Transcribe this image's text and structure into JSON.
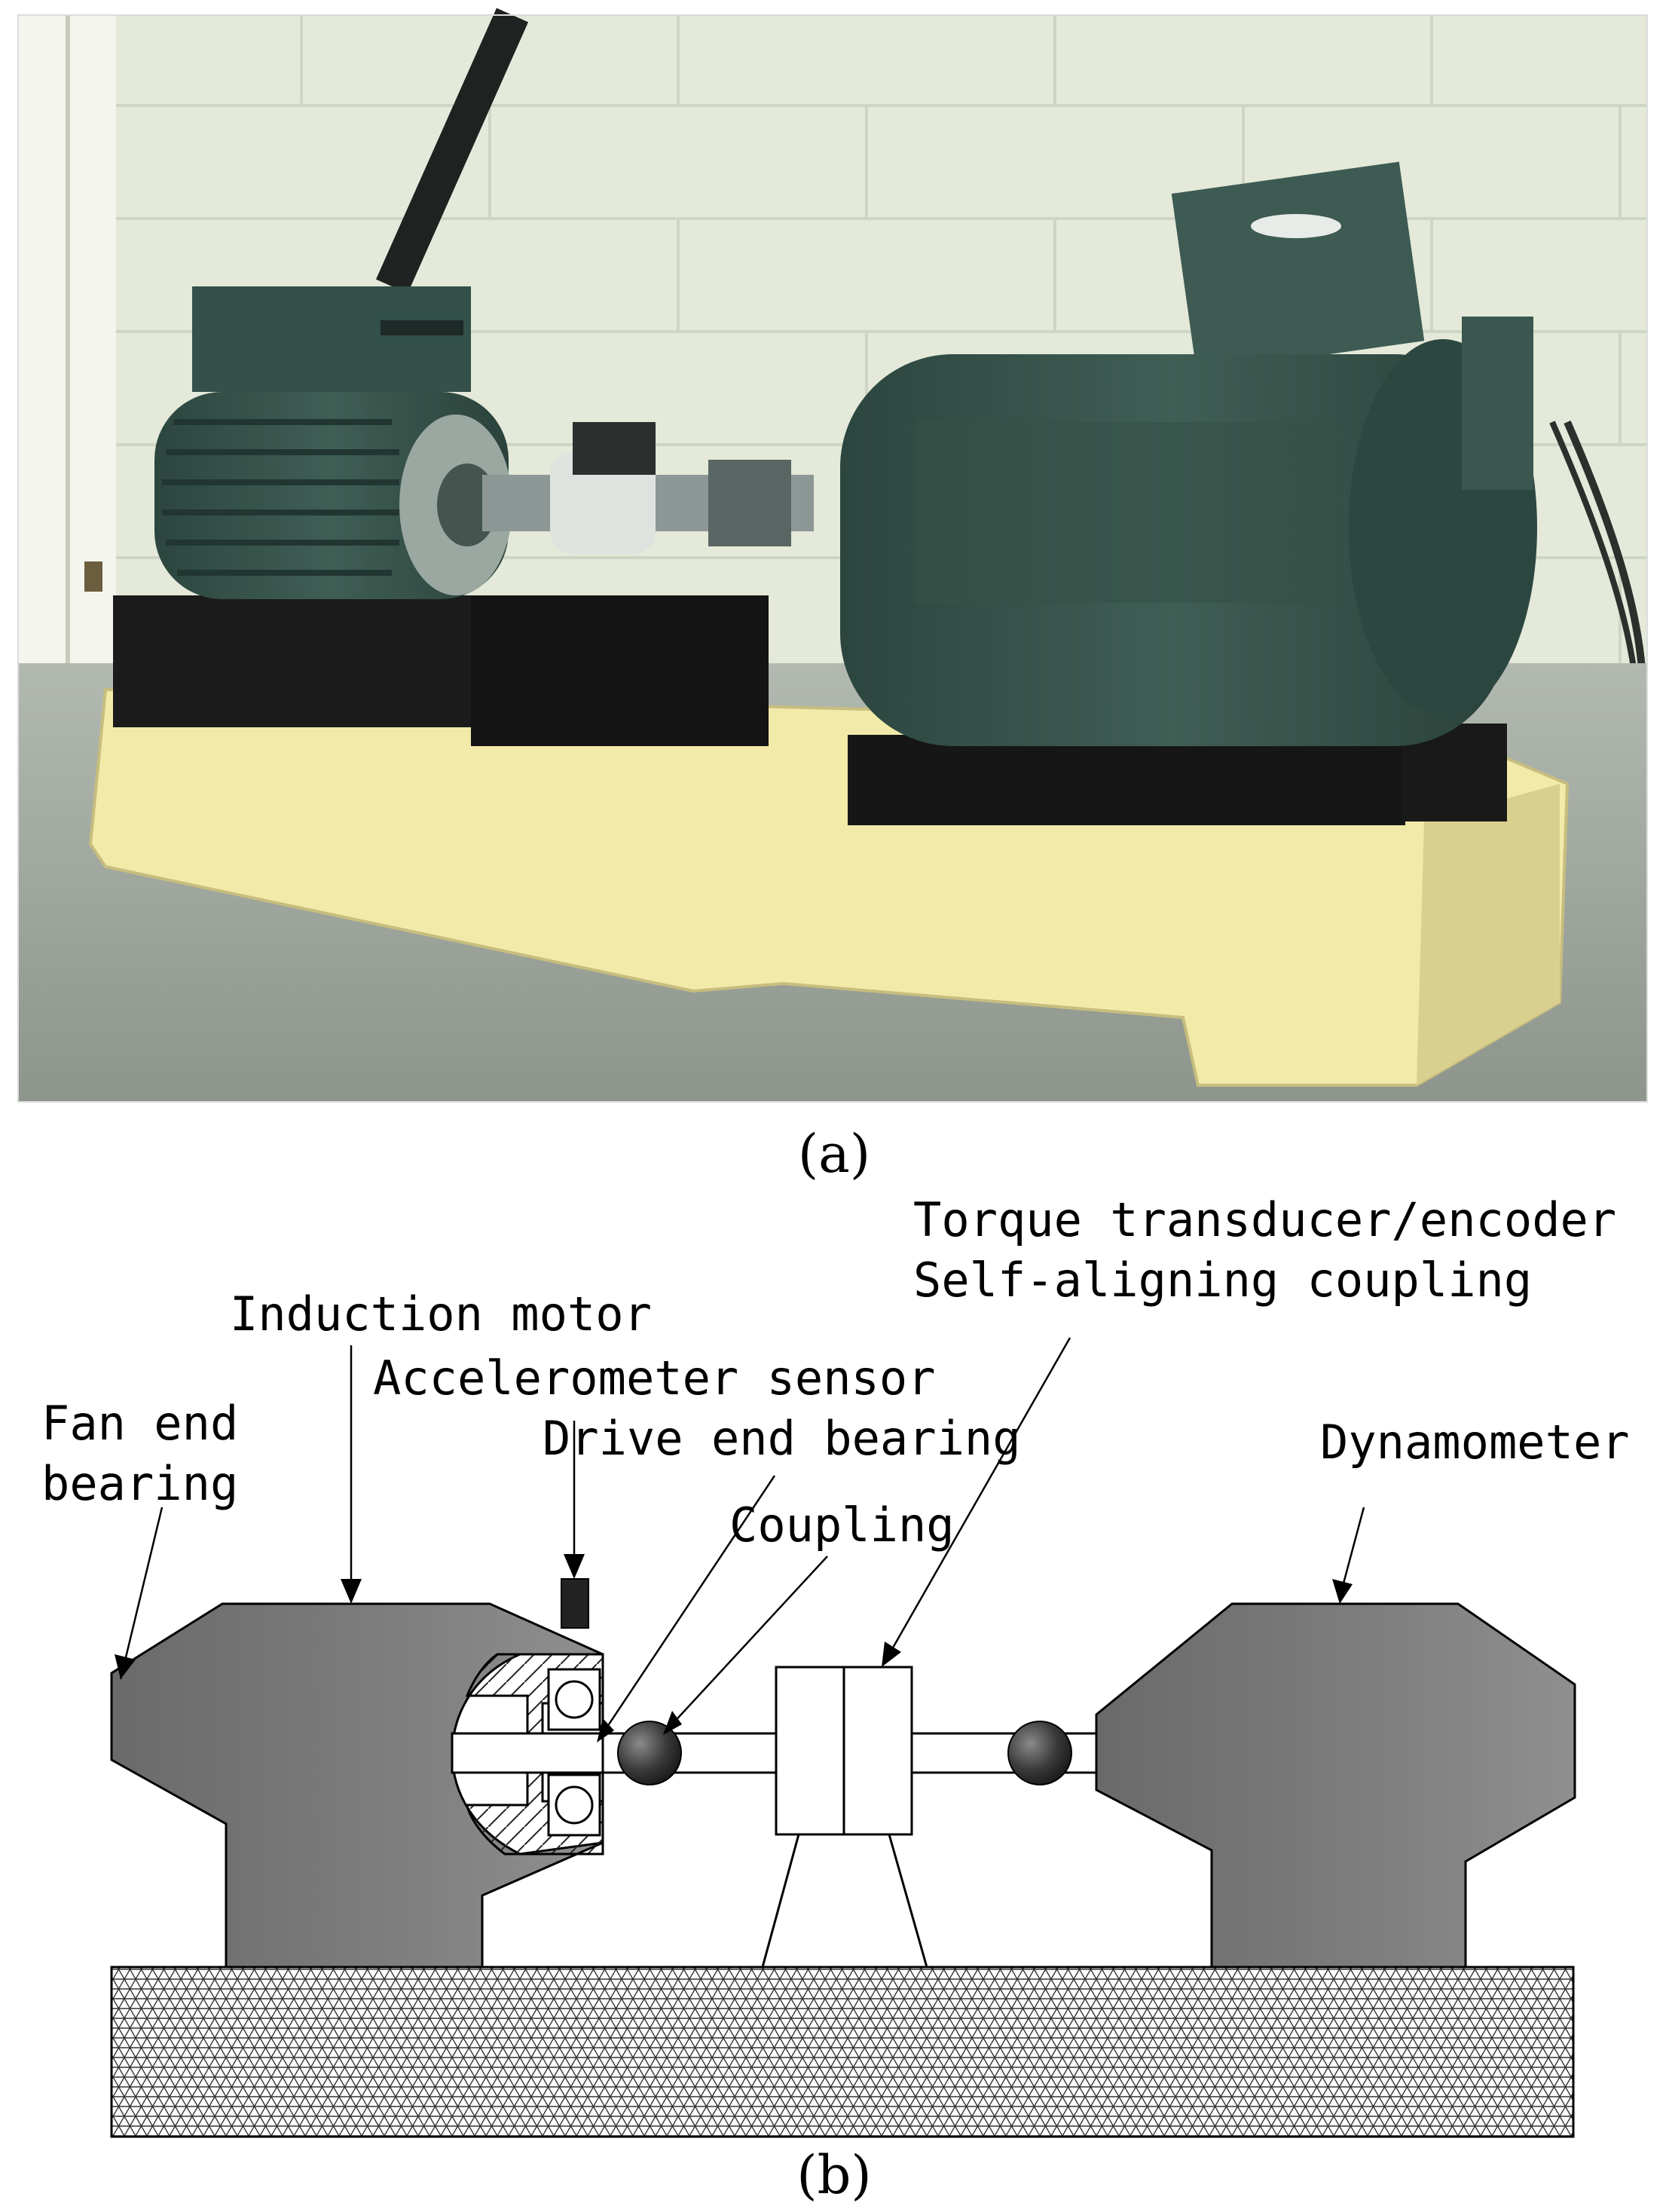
{
  "captions": {
    "a": "(a)",
    "b": "(b)"
  },
  "photo": {
    "subject": "bearing test rig photograph",
    "colors": {
      "wall": "#e7ecdd",
      "floor": "#9aa39a",
      "machine": "#35524a",
      "base": "#f2ecae",
      "pads": "#1c1c1c"
    }
  },
  "schematic": {
    "labels": {
      "torque_transducer": "Torque transducer/encoder",
      "self_aligning_coupling": "Self-aligning coupling",
      "induction_motor": "Induction motor",
      "accelerometer": "Accelerometer sensor",
      "fan_end_bearing_line1": "Fan end",
      "fan_end_bearing_line2": "bearing",
      "drive_end_bearing": "Drive end bearing",
      "coupling": "Coupling",
      "dynamometer": "Dynamometer"
    },
    "colors": {
      "machine_body": "#707070",
      "line": "#000000",
      "coupling_ball": "#333333"
    }
  }
}
